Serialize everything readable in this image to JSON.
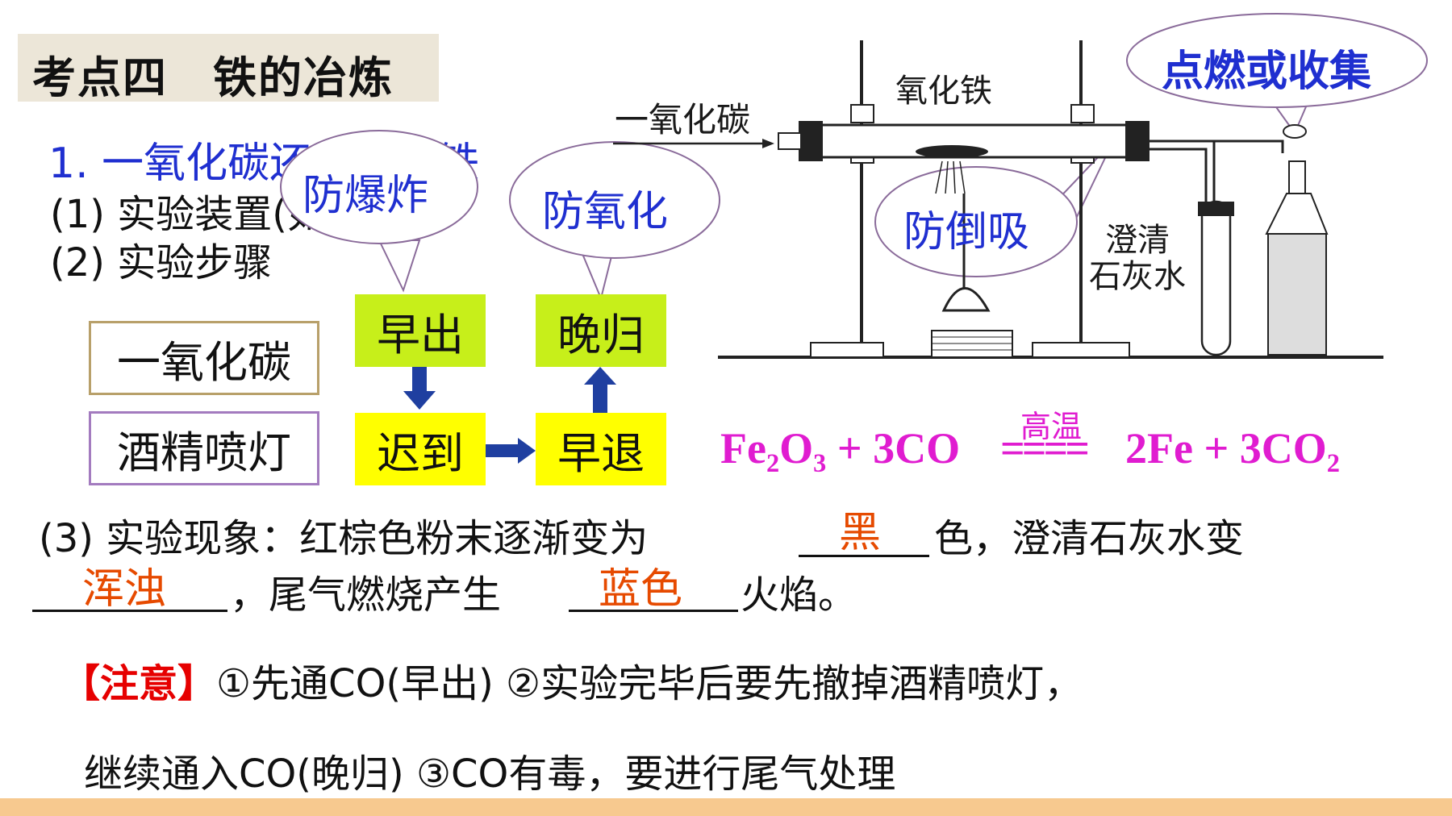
{
  "title": "考点四　铁的冶炼",
  "section1": "1. 一氧化碳还原氧化铁",
  "step1": "(1) 实验装置(如图)",
  "step2": "(2) 实验步骤",
  "bubbles": {
    "explosion": "防爆炸",
    "oxidation": "防氧化",
    "backflow": "防倒吸",
    "ignite": "点燃或收集"
  },
  "flow": {
    "co_label": "一氧化碳",
    "lamp_label": "酒精喷灯",
    "early_out": "早出",
    "late_back": "晚归",
    "late_arrive": "迟到",
    "early_leave": "早退"
  },
  "apparatus": {
    "co_inlet": "一氧化碳",
    "iron_oxide": "氧化铁",
    "limewater_1": "澄清",
    "limewater_2": "石灰水"
  },
  "equation": {
    "condition": "高温",
    "left": "Fe₂O₃ + 3CO",
    "right": "2Fe + 3CO₂",
    "eq_sign": "===="
  },
  "phenomenon": {
    "prefix": "(3) 实验现象：红棕色粉末逐渐变为",
    "blank1_answer": "黑",
    "mid1": "色，澄清石灰水变",
    "blank2_answer": "浑浊",
    "mid2": "，尾气燃烧产生",
    "blank3_answer": "蓝色",
    "suffix": "火焰。"
  },
  "note": {
    "label": "【注意】",
    "line1": "①先通CO(早出)  ②实验完毕后要先撤掉酒精喷灯，",
    "line2": "继续通入CO(晚归)    ③CO有毒，要进行尾气处理"
  },
  "colors": {
    "heading_blue": "#1f2fd0",
    "answer_orange": "#e64a00",
    "equation_magenta": "#e01cd0",
    "note_red": "#e60000",
    "green_box": "#c7ef1a",
    "yellow_box": "#ffff00"
  }
}
